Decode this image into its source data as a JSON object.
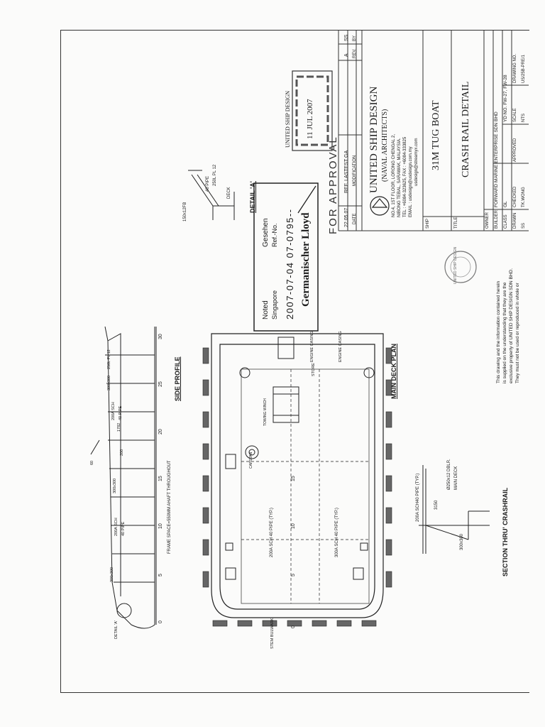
{
  "title_block": {
    "rev_row": {
      "date": "22.05.07",
      "modification": "REF. LASTEST GA",
      "rev": "A",
      "by": "SS"
    },
    "rev_headers": {
      "date": "DATE",
      "modification": "MODIFICATION",
      "rev": "REV.",
      "by": "BY"
    },
    "company": {
      "name": "UNITED SHIP DESIGN",
      "subtitle": "(NAVAL ARCHITECTS)",
      "address_line1": "NO.4, 1ST FLOOR, LORONG CHENGAL 2,",
      "address_line2": "NIBONG TEBAL, SARAWAK, MALAYSIA.",
      "tel_fax": "TEL : +6084-323625, FAX : +6084-333825",
      "email1": "EMAIL : usdesign@usdesign.com.my",
      "email2": "usdesign@streamyx.com"
    },
    "ship_label": "SHIP",
    "ship": "31M TUG BOAT",
    "title_label": "TITLE",
    "title": "CRASH RAIL DETAIL",
    "owner_label": "OWNER",
    "builder_label": "BUILDER",
    "builder": "FORWARD MARINE ENTERPRISE SDN BHD",
    "class_label": "CLASS",
    "class": "GL",
    "yd_no": "YD NO. FW-27, FW-28",
    "drawn_label": "DRAWN",
    "checked_label": "CHECKED",
    "approved_label": "APPROVED",
    "scale_label": "SCALE",
    "drawing_no_label": "DRAWING NO.",
    "drawn_by": "SS",
    "checked_by": "TK.WONG",
    "scale": "NTS",
    "drawing_no": "US/25B-PRE/1"
  },
  "stamps": {
    "for_approval": "FOR APPROVAL",
    "usd_stamp_header": "UNITED SHIP DESIGN",
    "usd_stamp_date": "11 JUL 2007",
    "gl_noted": "Noted",
    "gl_place": "Singapore",
    "gl_gesehen": "Gesehen",
    "gl_refno": "Ref.-No.",
    "gl_date_no": "2007-07-04  07-0795--",
    "gl_name": "Germanischer Lloyd",
    "seal_text": "UNITED SHIP DESIGN"
  },
  "confidentiality": {
    "line1": "This drawing and the information contained herein",
    "line2": "is supplied on the understanding that they are the",
    "line3": "exclusive property of UNITED SHIP DESIGN SDN BHD.",
    "line4": "They must not be used or reproduced in whole or"
  },
  "drawings": {
    "side_profile_title": "SIDE PROFILE",
    "main_deck_title": "MAIN DECK PLAN",
    "section_title": "SECTION THRU' CRASHRAIL",
    "detail_a_title": "DETAIL 'A'",
    "frame_spacing": "FRAME SPACE=550MM AHAFT THROUGHOUT",
    "frame_numbers": [
      "0",
      "5",
      "10",
      "15",
      "20",
      "25",
      "30"
    ],
    "labels": {
      "l200a_sch": "200A SCH",
      "l40_pipe": "40 PIPE",
      "l300x300": "300x300",
      "l1782": "1782",
      "l200": "200",
      "l60": "60",
      "l250_pl12": "250L PL 12",
      "pipe_typ_upper": "200A SCH 40 PIPE (TYP.)",
      "pipe_typ_lower": "300A SCH 40 PIPE (TYP.)",
      "engine_casing": "ENGINE CASING",
      "store": "STORE",
      "towing_winch": "TOWING WINCH",
      "capstan": "CAPSTAN",
      "stem_bulwark": "STEM BULWARK",
      "section_pipe": "200A SCH40 PIPE (TYP.)",
      "section_dim": "3150",
      "section_deck": "MAIN DECK",
      "section_dblr": "Ø250x12 DBLR.",
      "detail_pipe": "40 PIPE",
      "detail_deck": "DECK",
      "detail_plate": "150x12FB",
      "detail_label": "DETAIL 'A'"
    }
  }
}
